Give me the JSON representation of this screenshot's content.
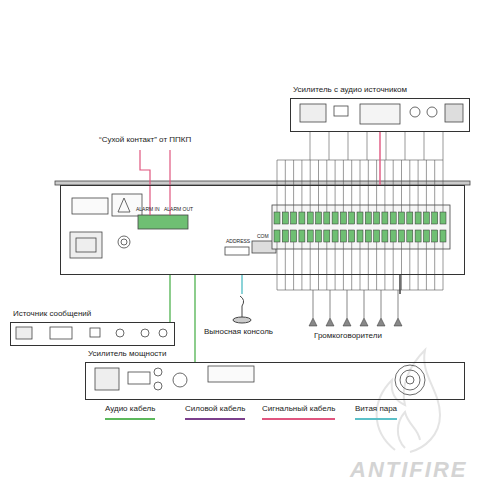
{
  "diagram": {
    "nodes": [
      {
        "text": [
          "Усилитель с аудио источником"
        ]
      },
      {
        "text": [
          "ALARM IN",
          "ALARM OUT",
          "ADDRESS",
          "COM"
        ]
      },
      {
        "text": [
          "Источник сообщений"
        ]
      },
      {
        "text": [
          "Усилитель мощности"
        ]
      },
      {
        "text": [
          "Выносная консоль"
        ]
      },
      {
        "text": [
          "Громкоговорители"
        ]
      }
    ],
    "edges": [
      {
        "from": 1,
        "to": 0,
        "arrow": "none"
      },
      {
        "from": 2,
        "to": 1,
        "arrow": "none"
      },
      {
        "from": 1,
        "to": 3,
        "arrow": "none"
      },
      {
        "from": 1,
        "to": 4,
        "arrow": "none"
      },
      {
        "from": 1,
        "to": 5,
        "arrow": "none"
      }
    ],
    "labels": [
      "“Сухой контакт” от ППКП",
      "ANTIFIRE"
    ],
    "legend": [
      {
        "text": "Аудио кабель",
        "color": "#5cb85c"
      },
      {
        "text": "Силовой кабель",
        "color": "#7b3f8c"
      },
      {
        "text": "Сигнальный кабель",
        "color": "#e0557f"
      },
      {
        "text": "Витая пара",
        "color": "#5bc0c8"
      }
    ]
  }
}
